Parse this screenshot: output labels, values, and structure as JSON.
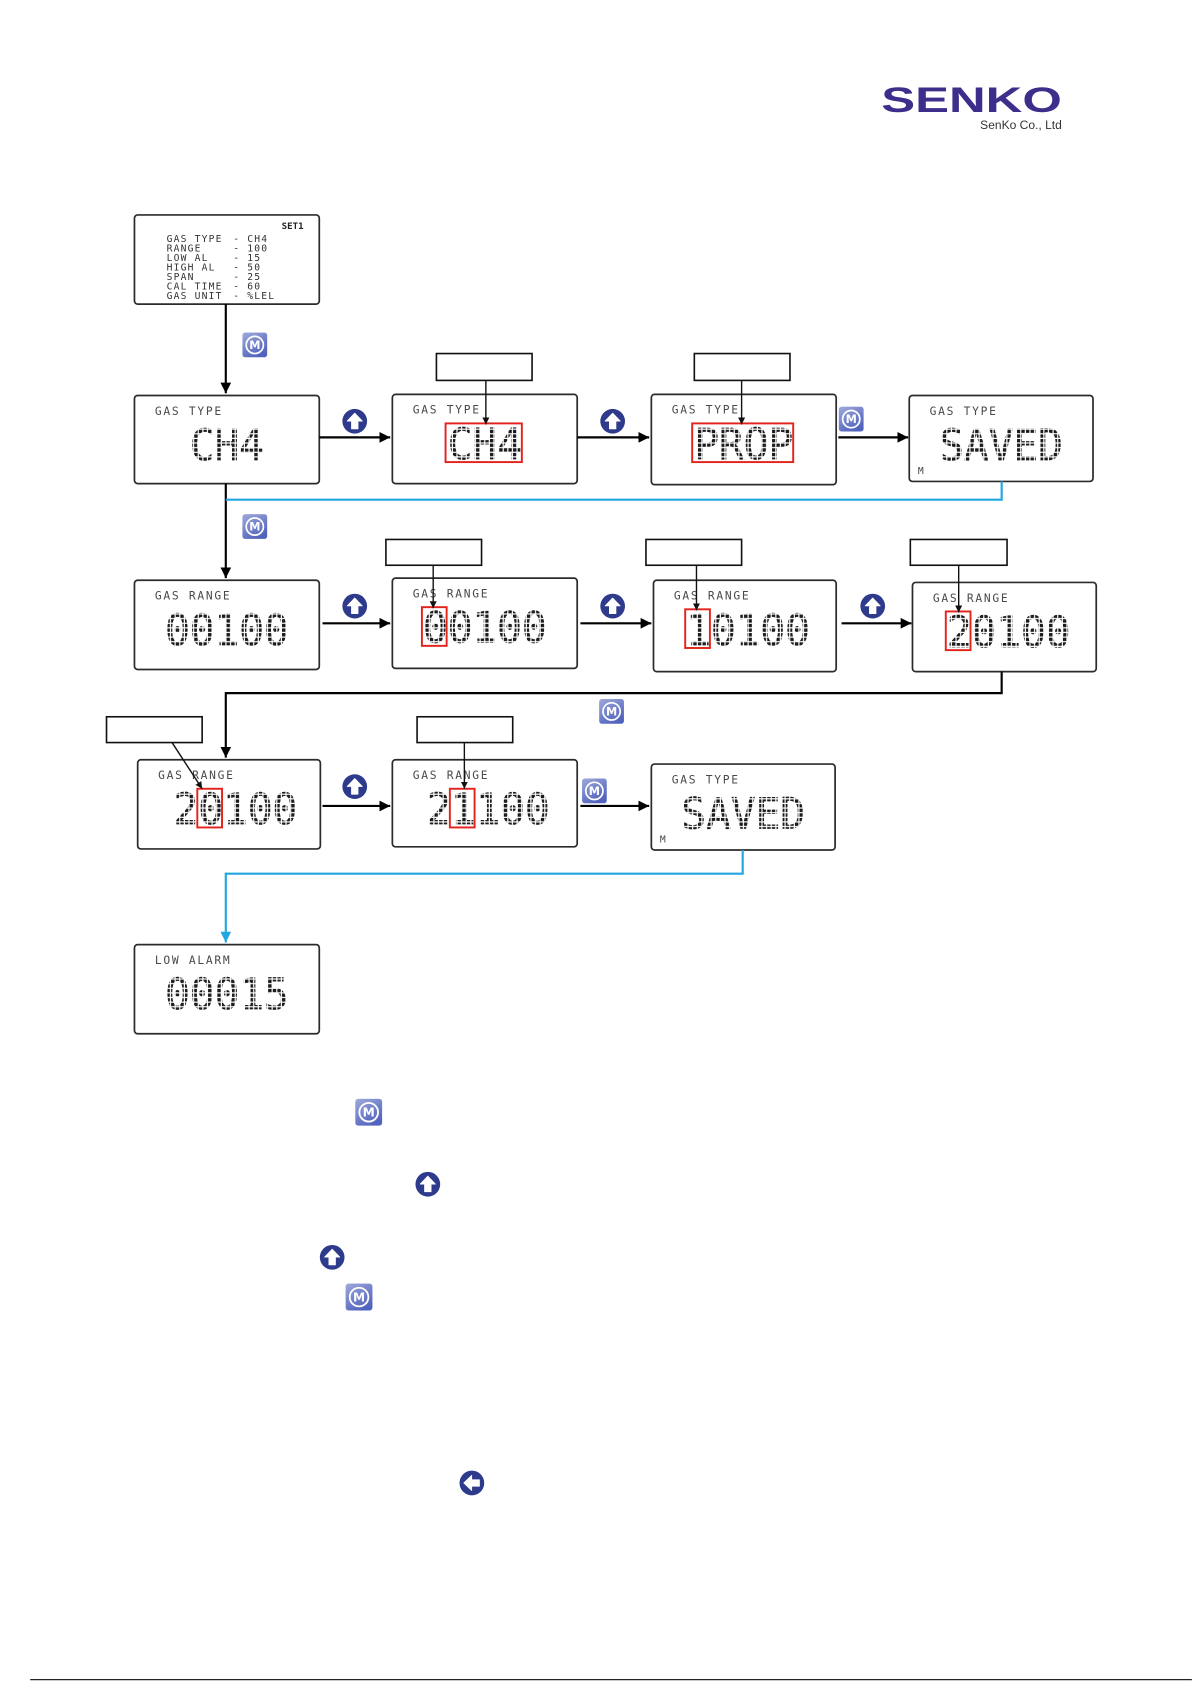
{
  "logo": {
    "name": "SENKO",
    "company": "SenKo Co., Ltd",
    "color": "#3d2e8c"
  },
  "colors": {
    "highlight": "#e3231c",
    "return_path": "#22a6e0",
    "flow_arrow": "#000000"
  },
  "icons": {
    "mode": {
      "name": "mode-button-icon",
      "glyph": "M",
      "color": "#5163bd"
    },
    "up": {
      "name": "up-button-icon",
      "color": "#2e3a8c"
    },
    "left": {
      "name": "left-button-icon",
      "color": "#2e3a8c"
    }
  },
  "summary_screen": {
    "tag": "SET1",
    "rows": [
      {
        "label": "GAS TYPE",
        "value": "- CH4"
      },
      {
        "label": "RANGE",
        "value": "- 100"
      },
      {
        "label": "LOW AL",
        "value": "- 15"
      },
      {
        "label": "HIGH AL",
        "value": "- 50"
      },
      {
        "label": "SPAN",
        "value": "- 25"
      },
      {
        "label": "CAL TIME",
        "value": "- 60"
      },
      {
        "label": "GAS UNIT",
        "value": "- %LEL"
      }
    ]
  },
  "screens": [
    {
      "label": "GAS TYPE",
      "value": "CH4"
    },
    {
      "label": "GAS TYPE",
      "value": "CH4",
      "highlight": "all"
    },
    {
      "label": "GAS TYPE",
      "value": "PROP",
      "highlight": "all"
    },
    {
      "label": "GAS TYPE",
      "value": "SAVED",
      "footer": "M"
    },
    {
      "label": "GAS RANGE",
      "value": "00100"
    },
    {
      "label": "GAS RANGE",
      "value": "00100",
      "highlight": 1
    },
    {
      "label": "GAS RANGE",
      "value": "10100",
      "highlight": 1
    },
    {
      "label": "GAS RANGE",
      "value": "20100",
      "highlight": 1
    },
    {
      "label": "GAS RANGE",
      "value": "20100",
      "highlight": 2
    },
    {
      "label": "GAS RANGE",
      "value": "21100",
      "highlight": 2
    },
    {
      "label": "GAS TYPE",
      "value": "SAVED",
      "footer": "M"
    },
    {
      "label": "LOW ALARM",
      "value": "00015"
    }
  ]
}
